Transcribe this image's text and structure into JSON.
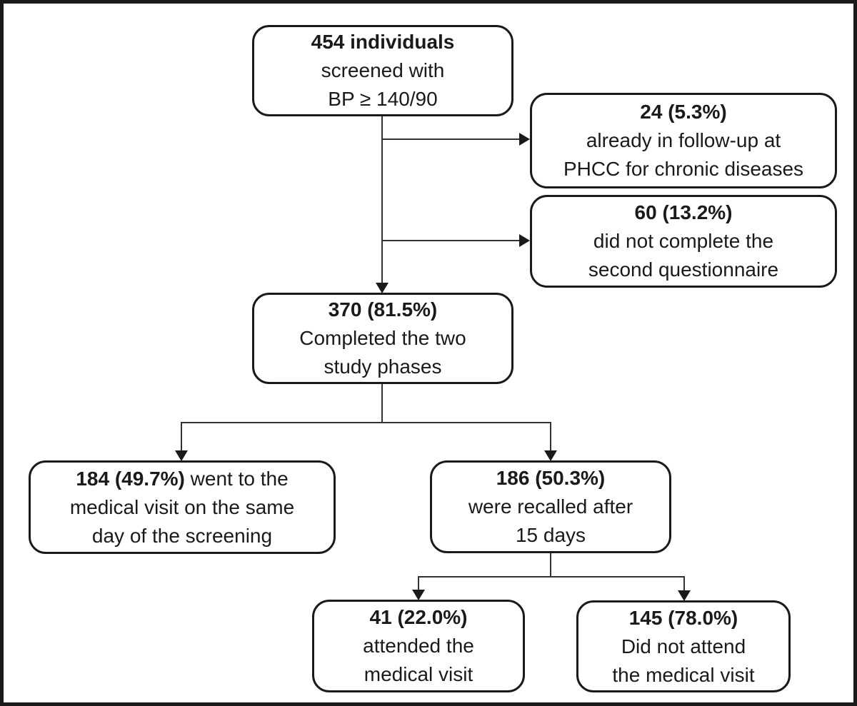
{
  "diagram": {
    "type": "flowchart",
    "description": "Patient screening and follow-up flow diagram",
    "colors": {
      "box_border": "#1a1a1a",
      "box_fill": "#ffffff",
      "connector": "#333333",
      "text": "#1a1a1a",
      "frame_border": "#1a1a1a",
      "background": "#ffffff"
    }
  },
  "nodes": {
    "screened": {
      "bold": "454 individuals",
      "rest1": "screened with",
      "rest2": "BP ≥ 140/90"
    },
    "followup": {
      "bold": "24 (5.3%)",
      "rest1": "already in follow-up at",
      "rest2": "PHCC for chronic diseases"
    },
    "incomplete": {
      "bold": "60 (13.2%)",
      "rest1": "did not complete the",
      "rest2": "second questionnaire"
    },
    "completed": {
      "bold": "370 (81.5%)",
      "rest1": "Completed the two",
      "rest2": "study phases"
    },
    "sameday": {
      "bold": "184 (49.7%)",
      "inline_rest": " went to the",
      "rest1": "medical visit on the same",
      "rest2": "day of the screening"
    },
    "recalled": {
      "bold": "186 (50.3%)",
      "rest1": "were recalled after",
      "rest2": "15 days"
    },
    "attended": {
      "bold": "41 (22.0%)",
      "rest1": "attended the",
      "rest2": "medical visit"
    },
    "not_attended": {
      "bold": "145 (78.0%)",
      "rest1": "Did not attend",
      "rest2": "the medical visit"
    }
  },
  "edges": [
    {
      "from": "screened",
      "to": "followup"
    },
    {
      "from": "screened",
      "to": "incomplete"
    },
    {
      "from": "screened",
      "to": "completed"
    },
    {
      "from": "completed",
      "to": "sameday"
    },
    {
      "from": "completed",
      "to": "recalled"
    },
    {
      "from": "recalled",
      "to": "attended"
    },
    {
      "from": "recalled",
      "to": "not_attended"
    }
  ]
}
